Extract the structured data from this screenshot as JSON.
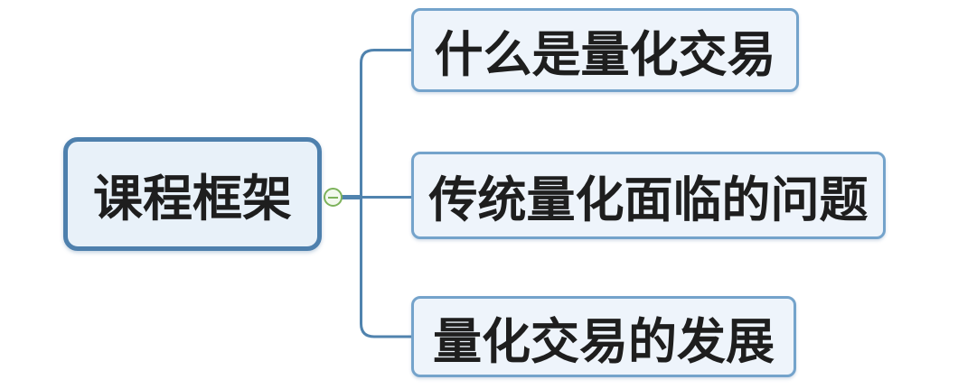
{
  "root": {
    "label": "课程框架"
  },
  "children": [
    {
      "label": "什么是量化交易"
    },
    {
      "label": "传统量化面临的问题"
    },
    {
      "label": "量化交易的发展"
    }
  ],
  "icons": {
    "collapse": "minus-icon"
  },
  "colors": {
    "background": "#ffffff",
    "root_fill": "#e8f1f9",
    "root_border": "#4e80ad",
    "child_fill": "#eef4fb",
    "child_border": "#74a3cb",
    "line": "#5083ae",
    "green": "#7cb25a",
    "green_fill": "#f3f9ee",
    "text": "#1e1e1e"
  }
}
